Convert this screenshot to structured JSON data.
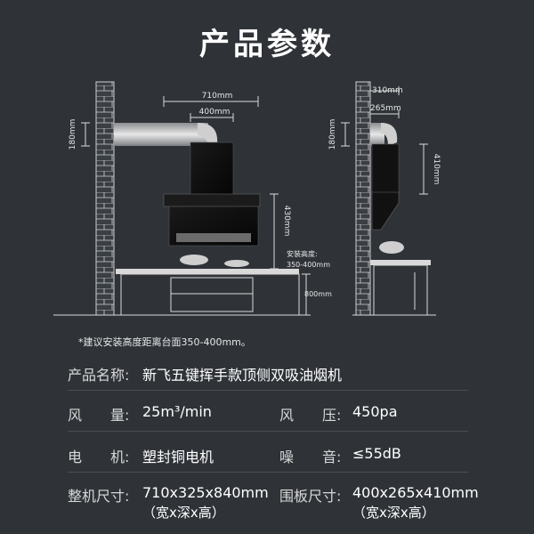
{
  "title": "产品参数",
  "diagram": {
    "front_total_width": "710mm",
    "front_panel_width": "400mm",
    "front_duct_height": "180mm",
    "front_body_height": "430mm",
    "install_height_label": "安装高度:",
    "install_height_value": "350-400mm",
    "counter_height": "800mm",
    "side_total_depth": "310mm",
    "side_panel_depth": "265mm",
    "side_duct_height": "180mm",
    "side_panel_height": "410mm",
    "colors": {
      "background": "#2f3338",
      "brick_fill": "#3a3f45",
      "line": "#d9d9d9",
      "hood_black": "#111111"
    }
  },
  "note": "*建议安装高度距离台面350-400mm。",
  "specs": {
    "name_label": "产品名称:",
    "name_value": "新飞五键挥手款顶侧双吸油烟机",
    "airflow_label": "风　　量:",
    "airflow_value": "25m³/min",
    "pressure_label": "风　　压:",
    "pressure_value": "450pa",
    "motor_label": "电　　机:",
    "motor_value": "塑封铜电机",
    "noise_label": "噪　　音:",
    "noise_value": "≤55dB",
    "size_label": "整机尺寸:",
    "size_value": "710x325x840mm",
    "size_sub": "（宽x深x高）",
    "panel_label": "围板尺寸:",
    "panel_value": "400x265x410mm",
    "panel_sub": "（宽x深x高）"
  }
}
